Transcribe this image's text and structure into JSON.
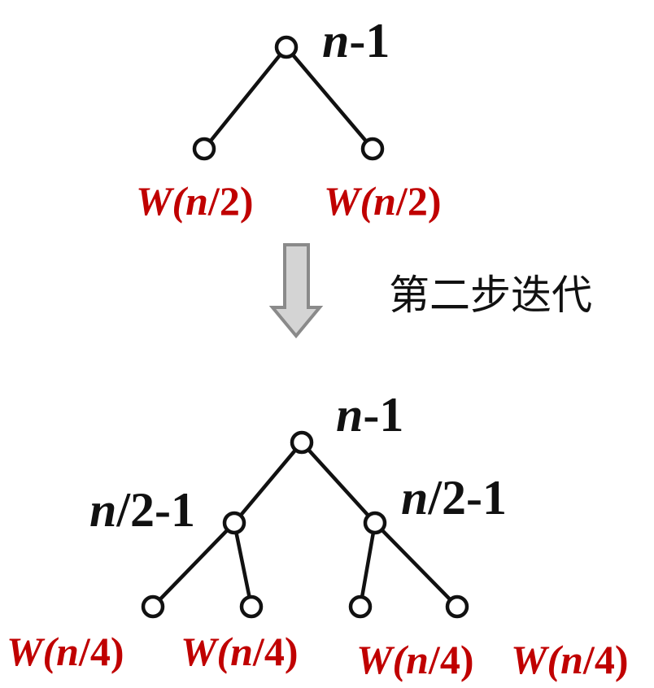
{
  "colors": {
    "line": "#111111",
    "label_black": "#111111",
    "label_red": "#c00000",
    "arrow_fill": "#d4d4d4",
    "arrow_stroke": "#8a8a8a"
  },
  "top_tree": {
    "root": {
      "var": "n",
      "rest": "-1"
    },
    "leaves": [
      {
        "pre": "W(",
        "var": "n",
        "post": "/2)"
      },
      {
        "pre": "W(",
        "var": "n",
        "post": "/2)"
      }
    ]
  },
  "step_caption": "第二步迭代",
  "bottom_tree": {
    "root": {
      "var": "n",
      "rest": "-1"
    },
    "children": [
      {
        "var": "n",
        "rest": "/2-1"
      },
      {
        "var": "n",
        "rest": "/2-1"
      }
    ],
    "leaves": [
      {
        "pre": "W(",
        "var": "n",
        "post": "/4)"
      },
      {
        "pre": "W(",
        "var": "n",
        "post": "/4)"
      },
      {
        "pre": "W(",
        "var": "n",
        "post": "/4)"
      },
      {
        "pre": "W(",
        "var": "n",
        "post": "/4)"
      }
    ]
  }
}
